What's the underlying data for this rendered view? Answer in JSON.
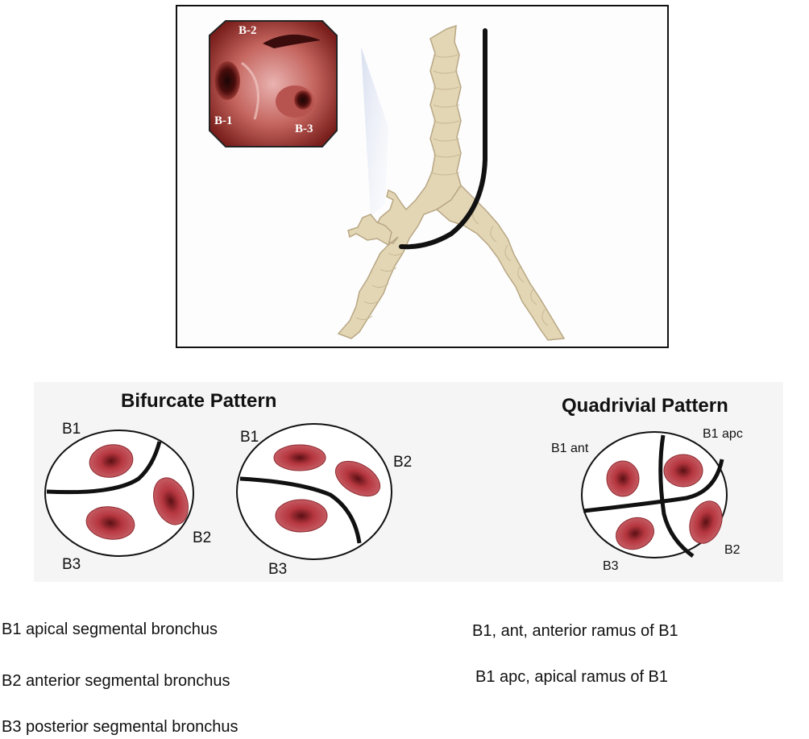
{
  "inset_labels": {
    "b_2": "B-2",
    "b_1": "B-1",
    "b_3": "B-3"
  },
  "bifurcate": {
    "title": "Bifurcate Pattern",
    "diagram1": {
      "b1": "B1",
      "b2": "B2",
      "b3": "B3"
    },
    "diagram2": {
      "b1": "B1",
      "b2": "B2",
      "b3": "B3"
    }
  },
  "quadrivial": {
    "title": "Quadrivial Pattern",
    "b1_ant": "B1 ant",
    "b1_apc": "B1 apc",
    "b2": "B2",
    "b3": "B3"
  },
  "legend": {
    "left": [
      "B1 apical segmental bronchus",
      "B2 anterior segmental bronchus",
      "B3 posterior segmental bronchus"
    ],
    "right": [
      "B1, ant, anterior ramus of B1",
      "B1 apc, apical ramus of B1"
    ]
  },
  "colors": {
    "airway": "#e3d6b5",
    "airway_outline": "#b8a784",
    "bronchus_fill": "#b6363f",
    "scope": "#111111",
    "panel_bg": "#f5f5f5"
  }
}
